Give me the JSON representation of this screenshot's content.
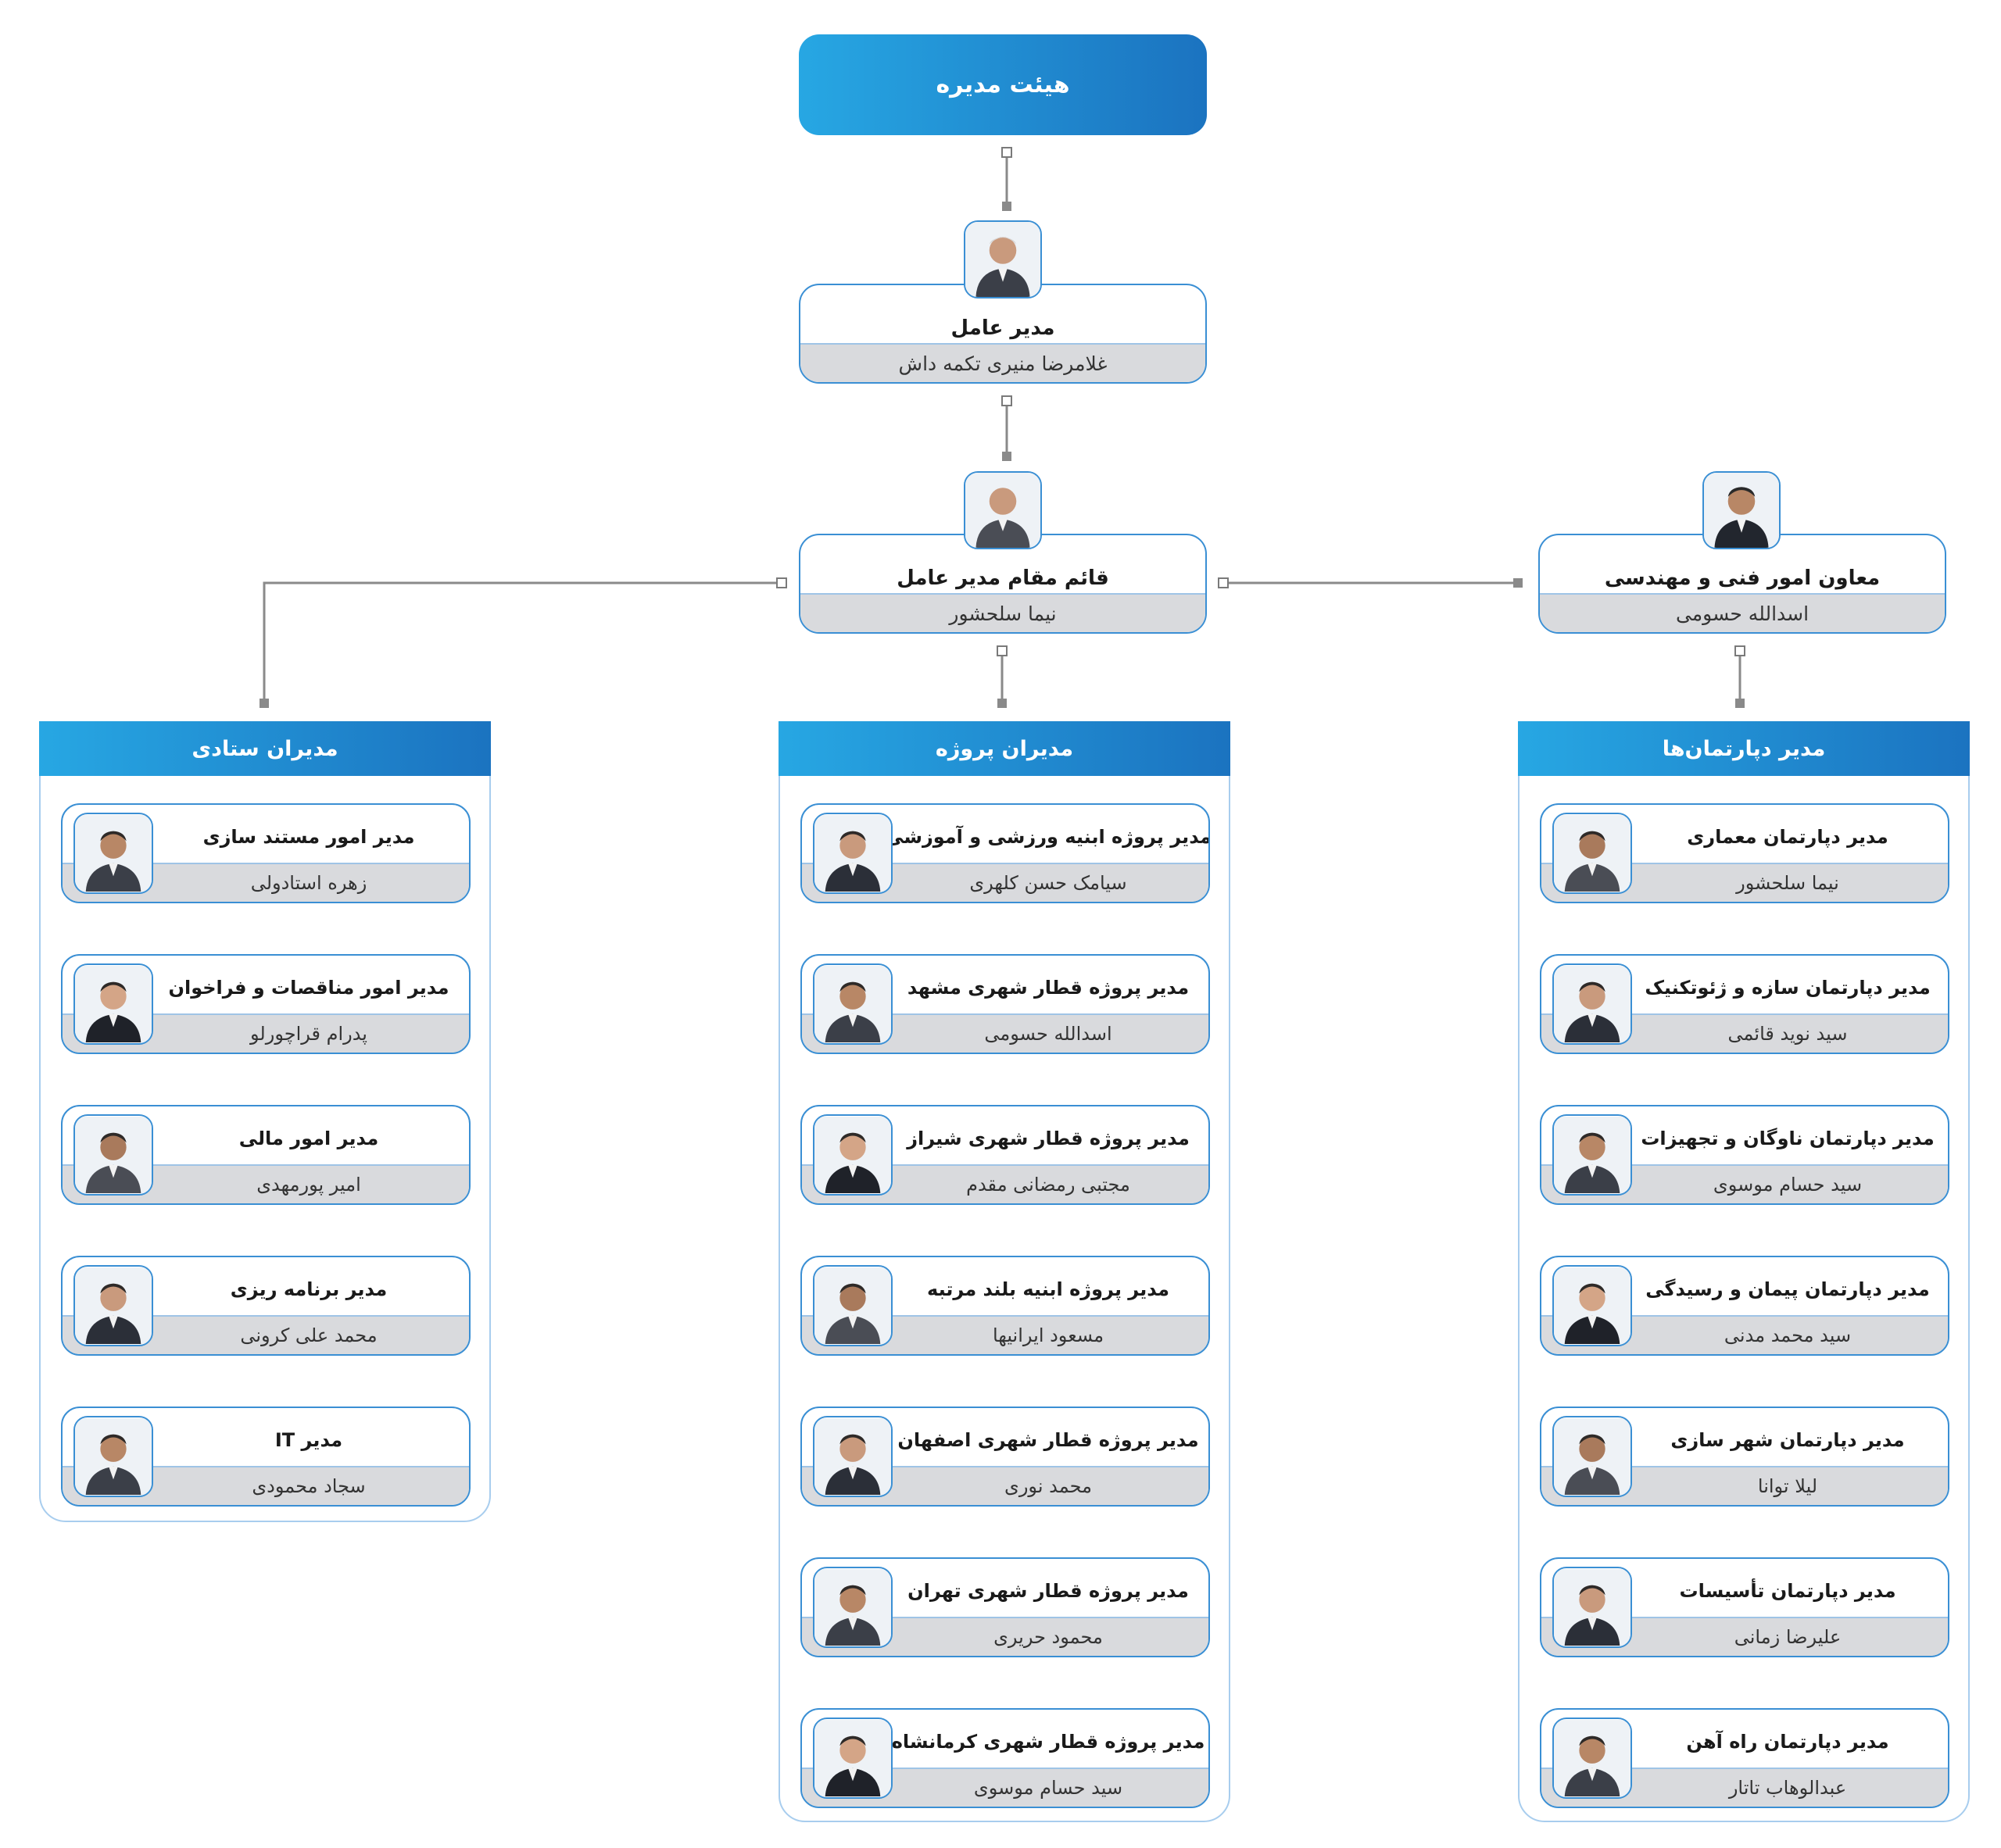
{
  "board": {
    "label": "هیئت مدیره"
  },
  "ceo": {
    "title": "مدیر عامل",
    "name": "غلامرضا منیری تکمه داش"
  },
  "deputy": {
    "title": "قائم مقام مدیر عامل",
    "name": "نیما سلحشور"
  },
  "technical": {
    "title": "معاون امور فنی و مهندسی",
    "name": "اسدالله حسومی"
  },
  "groups": {
    "staff": {
      "title": "مدیران ستادی",
      "members": [
        {
          "title": "مدیر امور مستند سازی",
          "name": "زهره استادولی"
        },
        {
          "title": "مدیر امور مناقصات و فراخوان",
          "name": "پدرام قراچورلو"
        },
        {
          "title": "مدیر امور مالی",
          "name": "امیر پورمهدی"
        },
        {
          "title": "مدیر برنامه ریزی",
          "name": "محمد علی کرونی"
        },
        {
          "title": "مدیر IT",
          "name": "سجاد محمودی"
        }
      ]
    },
    "projects": {
      "title": "مدیران پروژه",
      "members": [
        {
          "title": "مدیر پروژه ابنیه ورزشی و آموزشی",
          "name": "سیامک حسن کلهری"
        },
        {
          "title": "مدیر پروژه قطار شهری مشهد",
          "name": "اسدالله حسومی"
        },
        {
          "title": "مدیر پروژه قطار شهری شیراز",
          "name": "مجتبی رمضانی مقدم"
        },
        {
          "title": "مدیر پروژه ابنیه بلند مرتبه",
          "name": "مسعود ایرانیها"
        },
        {
          "title": "مدیر پروژه قطار شهری اصفهان",
          "name": "محمد نوری"
        },
        {
          "title": "مدیر پروژه قطار شهری تهران",
          "name": "محمود حریری"
        },
        {
          "title": "مدیر پروژه قطار شهری کرمانشاه",
          "name": "سید حسام موسوی"
        }
      ]
    },
    "departments": {
      "title": "مدیر دپارتمان‌ها",
      "members": [
        {
          "title": "مدیر دپارتمان معماری",
          "name": "نیما سلحشور"
        },
        {
          "title": "مدیر دپارتمان سازه و ژئوتکنیک",
          "name": "سید نوید قائمی"
        },
        {
          "title": "مدیر دپارتمان ناوگان و تجهیزات",
          "name": "سید حسام موسوی"
        },
        {
          "title": "مدیر دپارتمان پیمان و رسیدگی",
          "name": "سید محمد مدنی"
        },
        {
          "title": "مدیر دپارتمان شهر سازی",
          "name": "لیلا توانا"
        },
        {
          "title": "مدیر دپارتمان تأسیسات",
          "name": "علیرضا زمانی"
        },
        {
          "title": "مدیر دپارتمان راه آهن",
          "name": "عبدالوهاب تاتار"
        }
      ]
    }
  },
  "colors": {
    "accent_start": "#27a7e3",
    "accent_end": "#1b73c0",
    "card_border": "#3a8fd4",
    "name_band": "#d9dadd"
  },
  "icons": {
    "avatar": "person-photo-icon"
  }
}
